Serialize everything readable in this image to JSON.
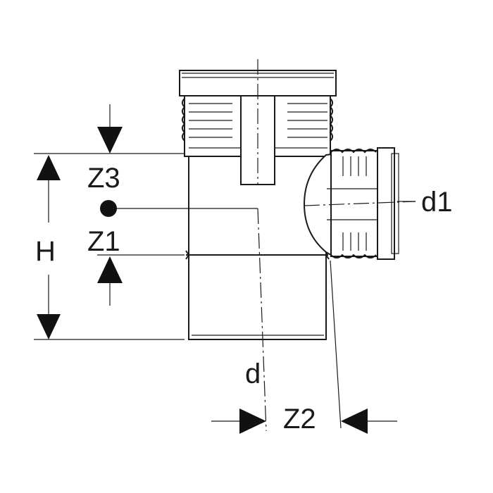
{
  "labels": {
    "z3": "Z3",
    "z1": "Z1",
    "h": "H",
    "d": "d",
    "d1": "d1",
    "z2": "Z2"
  }
}
